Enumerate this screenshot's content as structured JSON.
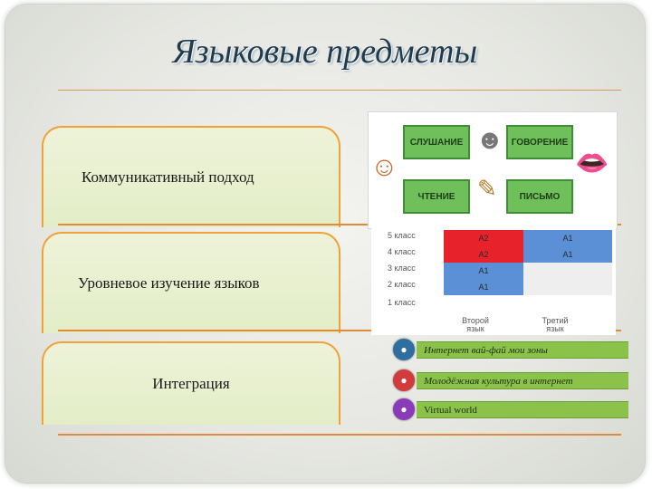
{
  "title": "Языковые предметы",
  "approaches": [
    {
      "label": "Коммуникативный подход"
    },
    {
      "label": "Уровневое изучение языков"
    },
    {
      "label": "Интеграция"
    }
  ],
  "skills": {
    "listening": "СЛУШАНИЕ",
    "speaking": "ГОВОРЕНИЕ",
    "reading": "ЧТЕНИЕ",
    "writing": "ПИСЬМО",
    "icons": [
      "boy-listening-icon",
      "thinking-figure-icon",
      "mouth-icon",
      "pencil-icon"
    ],
    "colors": {
      "box": "#6fbf5a"
    }
  },
  "levels_table": {
    "rows": [
      {
        "label": "5 класс",
        "second": "A2",
        "third": "A1"
      },
      {
        "label": "4 класс",
        "second": "A2",
        "third": "A1"
      },
      {
        "label": "3 класс",
        "second": "A1",
        "third": ""
      },
      {
        "label": "2 класс",
        "second": "A1",
        "third": ""
      },
      {
        "label": "1 класс",
        "second": "",
        "third": ""
      }
    ],
    "columns": [
      "Второй язык",
      "Третий язык"
    ],
    "colors": {
      "red": "#e8222a",
      "blue": "#5b8fd6"
    }
  },
  "integration": [
    {
      "label": "Интернет вай-фай мои зоны",
      "icon": "globe-icon",
      "color": "#2f6f9f"
    },
    {
      "label": "Молодёжная культура в интернет",
      "icon": "bubble-icon",
      "color": "#d23b3b"
    },
    {
      "label": "Virtual world",
      "icon": "world-icon",
      "color": "#8a3bb8"
    }
  ]
}
